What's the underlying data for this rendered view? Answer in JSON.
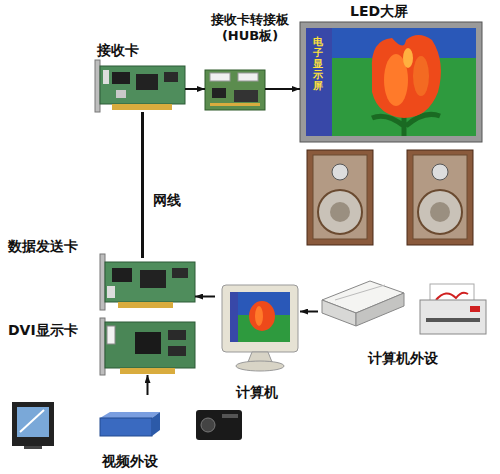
{
  "diagram": {
    "nodes": [
      {
        "text": [
          "接收卡"
        ]
      },
      {
        "text": [
          "接收卡转接板 (HUB板)"
        ]
      },
      {
        "text": [
          "LED大屏",
          "电子显示屏"
        ]
      },
      {
        "text": [
          "数据发送卡"
        ]
      },
      {
        "text": [
          "DVI显示卡"
        ]
      },
      {
        "text": [
          "计算机"
        ]
      },
      {
        "text": [
          "计算机外设"
        ]
      },
      {
        "text": [
          "视频外设"
        ]
      }
    ],
    "edges": [
      {
        "from": 0,
        "to": 1,
        "arrow": "to"
      },
      {
        "from": 1,
        "to": 2,
        "arrow": "to"
      },
      {
        "from": 0,
        "to": 3,
        "arrow": "none",
        "label": "网线"
      },
      {
        "from": 5,
        "to": 3,
        "arrow": "to"
      },
      {
        "from": 6,
        "to": 5,
        "arrow": "to"
      },
      {
        "from": 7,
        "to": 4,
        "arrow": "to"
      }
    ]
  }
}
